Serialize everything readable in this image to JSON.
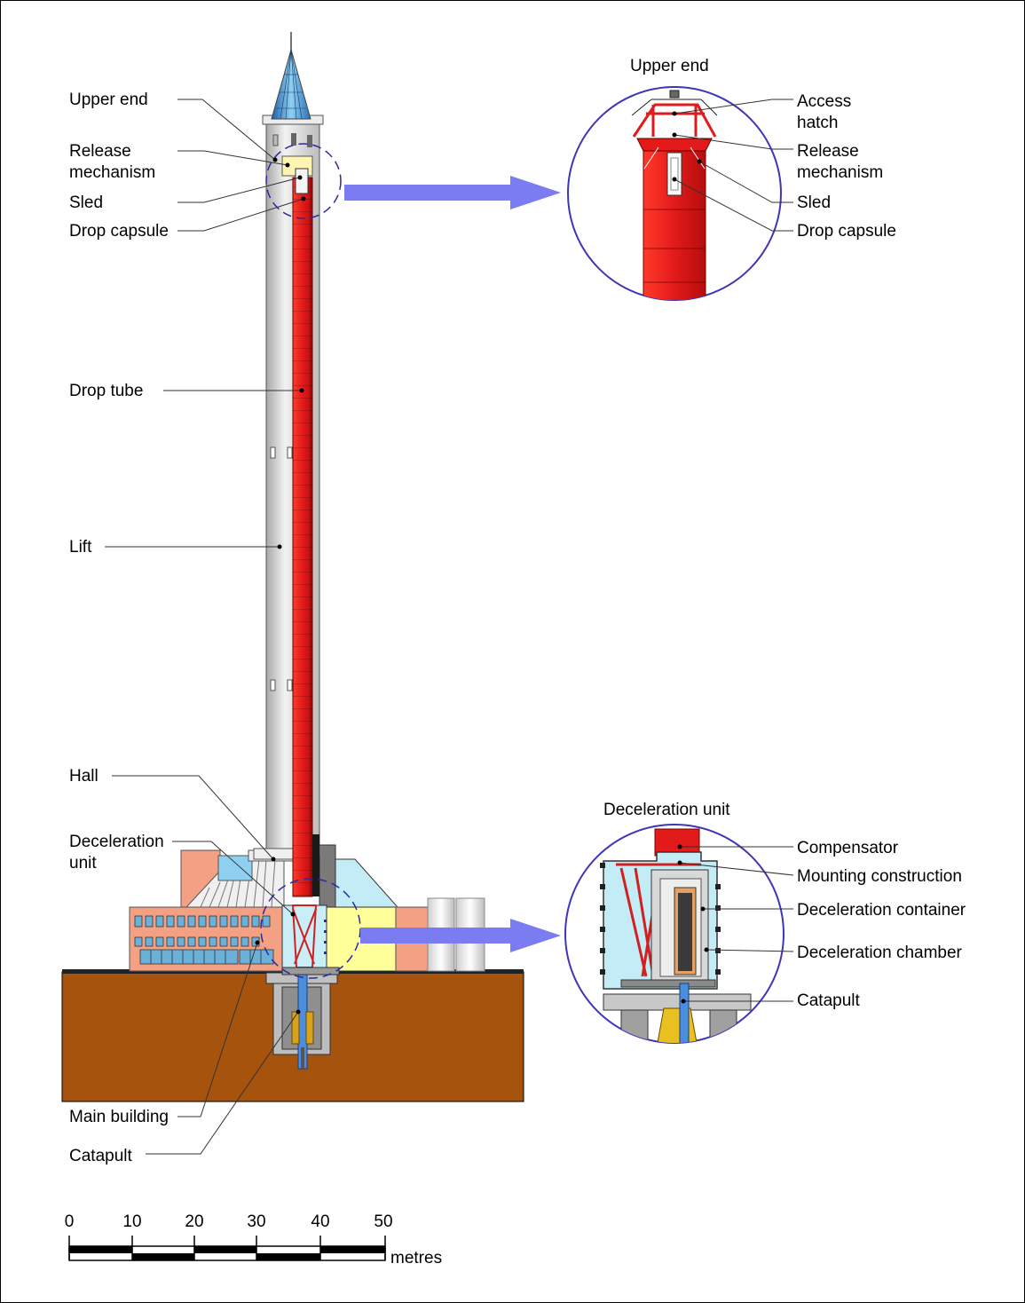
{
  "colors": {
    "red": "#e21a1a",
    "ground": "#a6530e",
    "tower": "#d6d6d6",
    "blue_circle": "#3e36b7",
    "arrow": "#7b7bf2",
    "main_building": "#f4a083",
    "yellow_block": "#ffff9a",
    "cyan_block": "#c4ecf6"
  },
  "labels": {
    "upper_end": "Upper end",
    "release_mechanism_1": "Release",
    "release_mechanism_2": "mechanism",
    "sled": "Sled",
    "drop_capsule": "Drop capsule",
    "drop_tube": "Drop tube",
    "lift": "Lift",
    "hall": "Hall",
    "deceleration_unit_1": "Deceleration",
    "deceleration_unit_2": "unit",
    "main_building": "Main building",
    "catapult": "Catapult"
  },
  "upper_detail": {
    "title": "Upper end",
    "access_hatch_1": "Access",
    "access_hatch_2": "hatch",
    "release_mechanism_1": "Release",
    "release_mechanism_2": "mechanism",
    "sled": "Sled",
    "drop_capsule": "Drop capsule"
  },
  "lower_detail": {
    "title": "Deceleration unit",
    "compensator": "Compensator",
    "mounting_construction": "Mounting construction",
    "deceleration_container": "Deceleration container",
    "deceleration_chamber": "Deceleration chamber",
    "catapult": "Catapult"
  },
  "scale": {
    "ticks": [
      "0",
      "10",
      "20",
      "30",
      "40",
      "50"
    ],
    "unit": "metres"
  }
}
